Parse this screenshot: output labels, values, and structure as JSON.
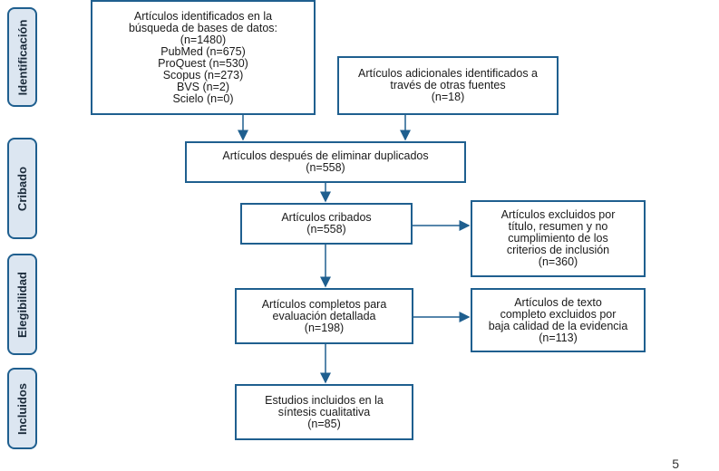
{
  "phases": {
    "identificacion": "Identificación",
    "cribado": "Cribado",
    "elegibilidad": "Elegibilidad",
    "incluidos": "Incluidos"
  },
  "boxes": {
    "identified_db": [
      "Artículos identificados en la",
      "búsqueda de bases de datos:",
      "(n=1480)",
      "PubMed (n=675)",
      "ProQuest (n=530)",
      "Scopus (n=273)",
      "BVS (n=2)",
      "Scielo (n=0)"
    ],
    "identified_other": [
      "Artículos adicionales identificados a",
      "través de otras fuentes",
      "(n=18)"
    ],
    "after_duplicates": [
      "Artículos después de eliminar duplicados",
      "(n=558)"
    ],
    "screened": [
      "Artículos cribados",
      "(n=558)"
    ],
    "excluded_screening": [
      "Artículos excluidos por",
      "título, resumen y no",
      "cumplimiento de los",
      "criterios de inclusión",
      "(n=360)"
    ],
    "full_text": [
      "Artículos completos para",
      "evaluación detallada",
      "(n=198)"
    ],
    "excluded_fulltext": [
      "Artículos de texto",
      "completo excluidos por",
      "baja calidad de la evidencia",
      "(n=113)"
    ],
    "included": [
      "Estudios incluidos en la",
      "síntesis cualitativa",
      "(n=85)"
    ]
  },
  "page_mark": "5"
}
